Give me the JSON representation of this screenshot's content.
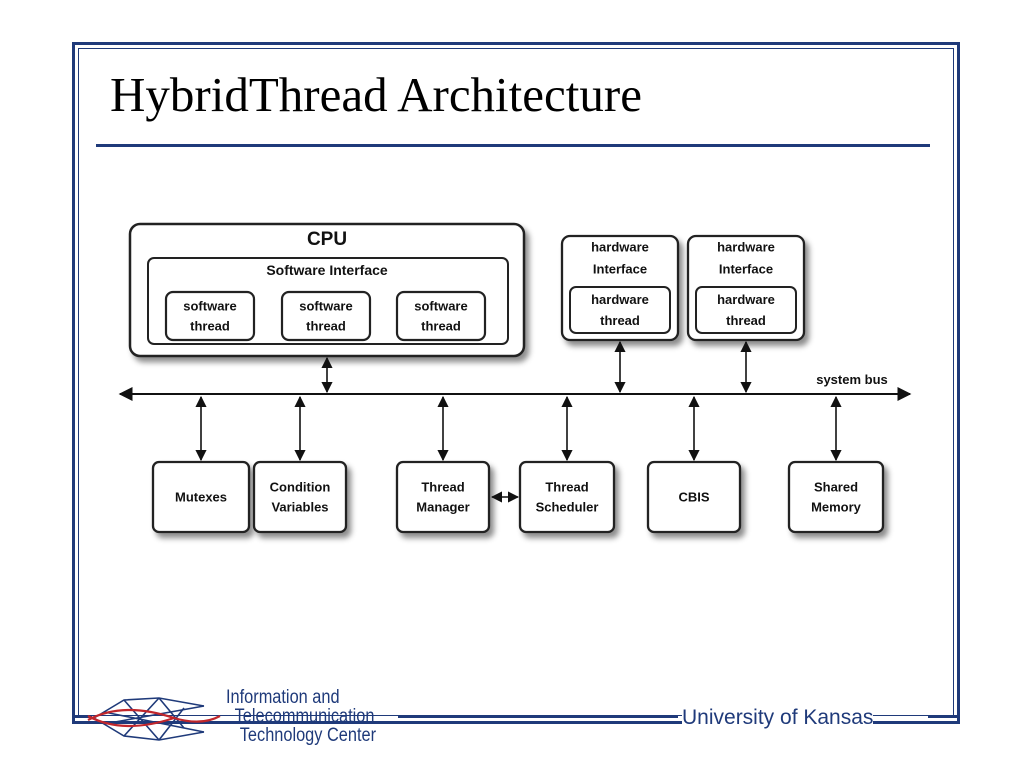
{
  "slide": {
    "title": "HybridThread Architecture",
    "footer_right": "University of Kansas"
  },
  "logo": {
    "lines": [
      "Information and",
      "Telecommunication",
      "Technology Center"
    ],
    "icon": "itc-lattice-logo-icon"
  },
  "diagram": {
    "cpu": {
      "label": "CPU",
      "software_interface": "Software Interface",
      "threads": [
        [
          "software",
          "thread"
        ],
        [
          "software",
          "thread"
        ],
        [
          "software",
          "thread"
        ]
      ]
    },
    "hardware": [
      {
        "interface": [
          "hardware",
          "Interface"
        ],
        "thread": [
          "hardware",
          "thread"
        ]
      },
      {
        "interface": [
          "hardware",
          "Interface"
        ],
        "thread": [
          "hardware",
          "thread"
        ]
      }
    ],
    "bus_label": "system bus",
    "components": [
      [
        "Mutexes"
      ],
      [
        "Condition",
        "Variables"
      ],
      [
        "Thread",
        "Manager"
      ],
      [
        "Thread",
        "Scheduler"
      ],
      [
        "CBIS"
      ],
      [
        "Shared",
        "Memory"
      ]
    ]
  },
  "colors": {
    "frame": "#1f3a7a",
    "accent_red": "#c0262b"
  }
}
